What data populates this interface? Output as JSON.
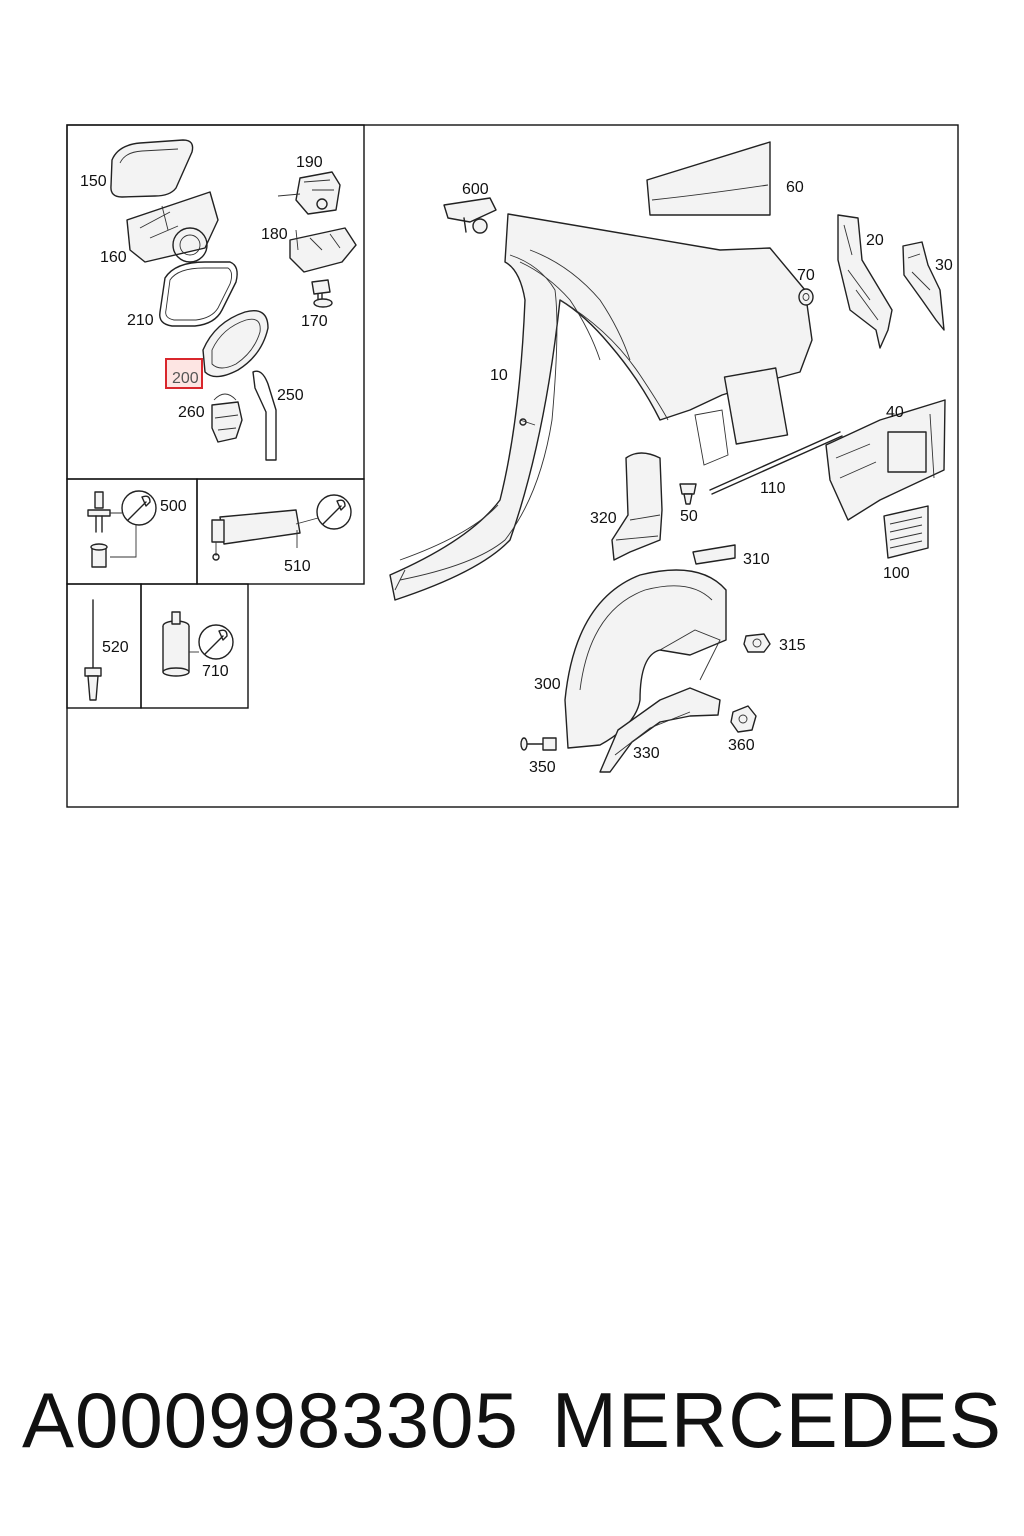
{
  "caption": {
    "part_number": "A0009983305",
    "brand": "MERCEDES"
  },
  "diagram": {
    "highlight_color": "#d9262c",
    "callouts": [
      "150",
      "190",
      "600",
      "60",
      "20",
      "30",
      "180",
      "160",
      "70",
      "210",
      "170",
      "10",
      "200",
      "250",
      "260",
      "40",
      "110",
      "50",
      "320",
      "310",
      "100",
      "500",
      "510",
      "315",
      "520",
      "710",
      "300",
      "360",
      "330",
      "350"
    ]
  }
}
